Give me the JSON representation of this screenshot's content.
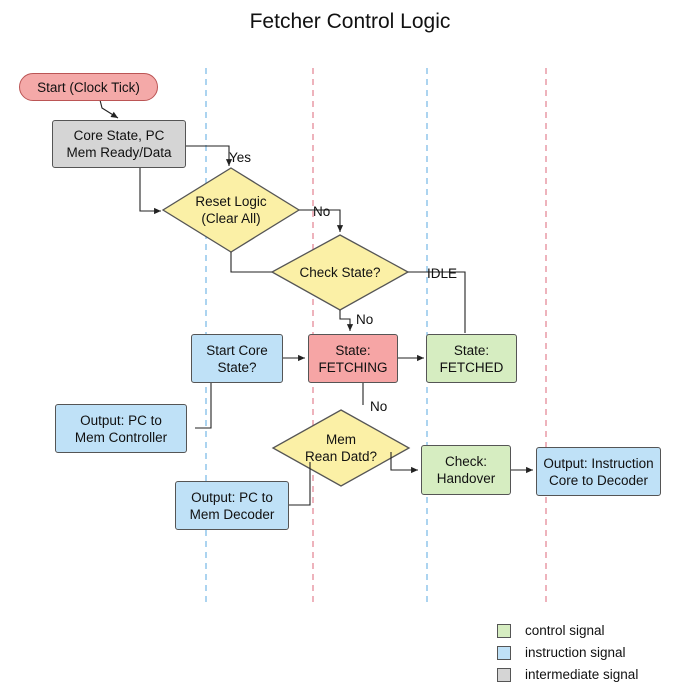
{
  "title": "Fetcher Control Logic",
  "colors": {
    "control": "#d6edc1",
    "instruction": "#bfe1f7",
    "intermediate": "#d5d5d5",
    "start": "#f4a9a8",
    "fetching": "#f6a5a5",
    "decision": "#fbf0a6",
    "lane_blue": "#7fbde8",
    "lane_red": "#e58a98"
  },
  "nodes": {
    "start": "Start (Clock Tick)",
    "core_state": "Core State, PC\nMem Ready/Data",
    "reset_logic": "Reset Logic\n(Clear All)",
    "check_state": "Check State?",
    "start_core_state": "Start Core\nState?",
    "state_fetching": "State:\nFETCHING",
    "state_fetched": "State:\nFETCHED",
    "output_pc_mem_controller": "Output: PC to\nMem Controller",
    "mem_rean_datd": "Mem\nRean Datd?",
    "check_handover": "Check:\nHandover",
    "output_instruction": "Output: Instruction\nCore to Decoder",
    "output_pc_mem_decoder": "Output: PC to\nMem Decoder"
  },
  "edge_labels": {
    "yes": "Yes",
    "no_reset": "No",
    "idle": "IDLE",
    "no_check": "No",
    "no_fetching": "No"
  },
  "legend": [
    {
      "label": "control signal",
      "color_key": "control"
    },
    {
      "label": "instruction signal",
      "color_key": "instruction"
    },
    {
      "label": "intermediate signal",
      "color_key": "intermediate"
    }
  ]
}
